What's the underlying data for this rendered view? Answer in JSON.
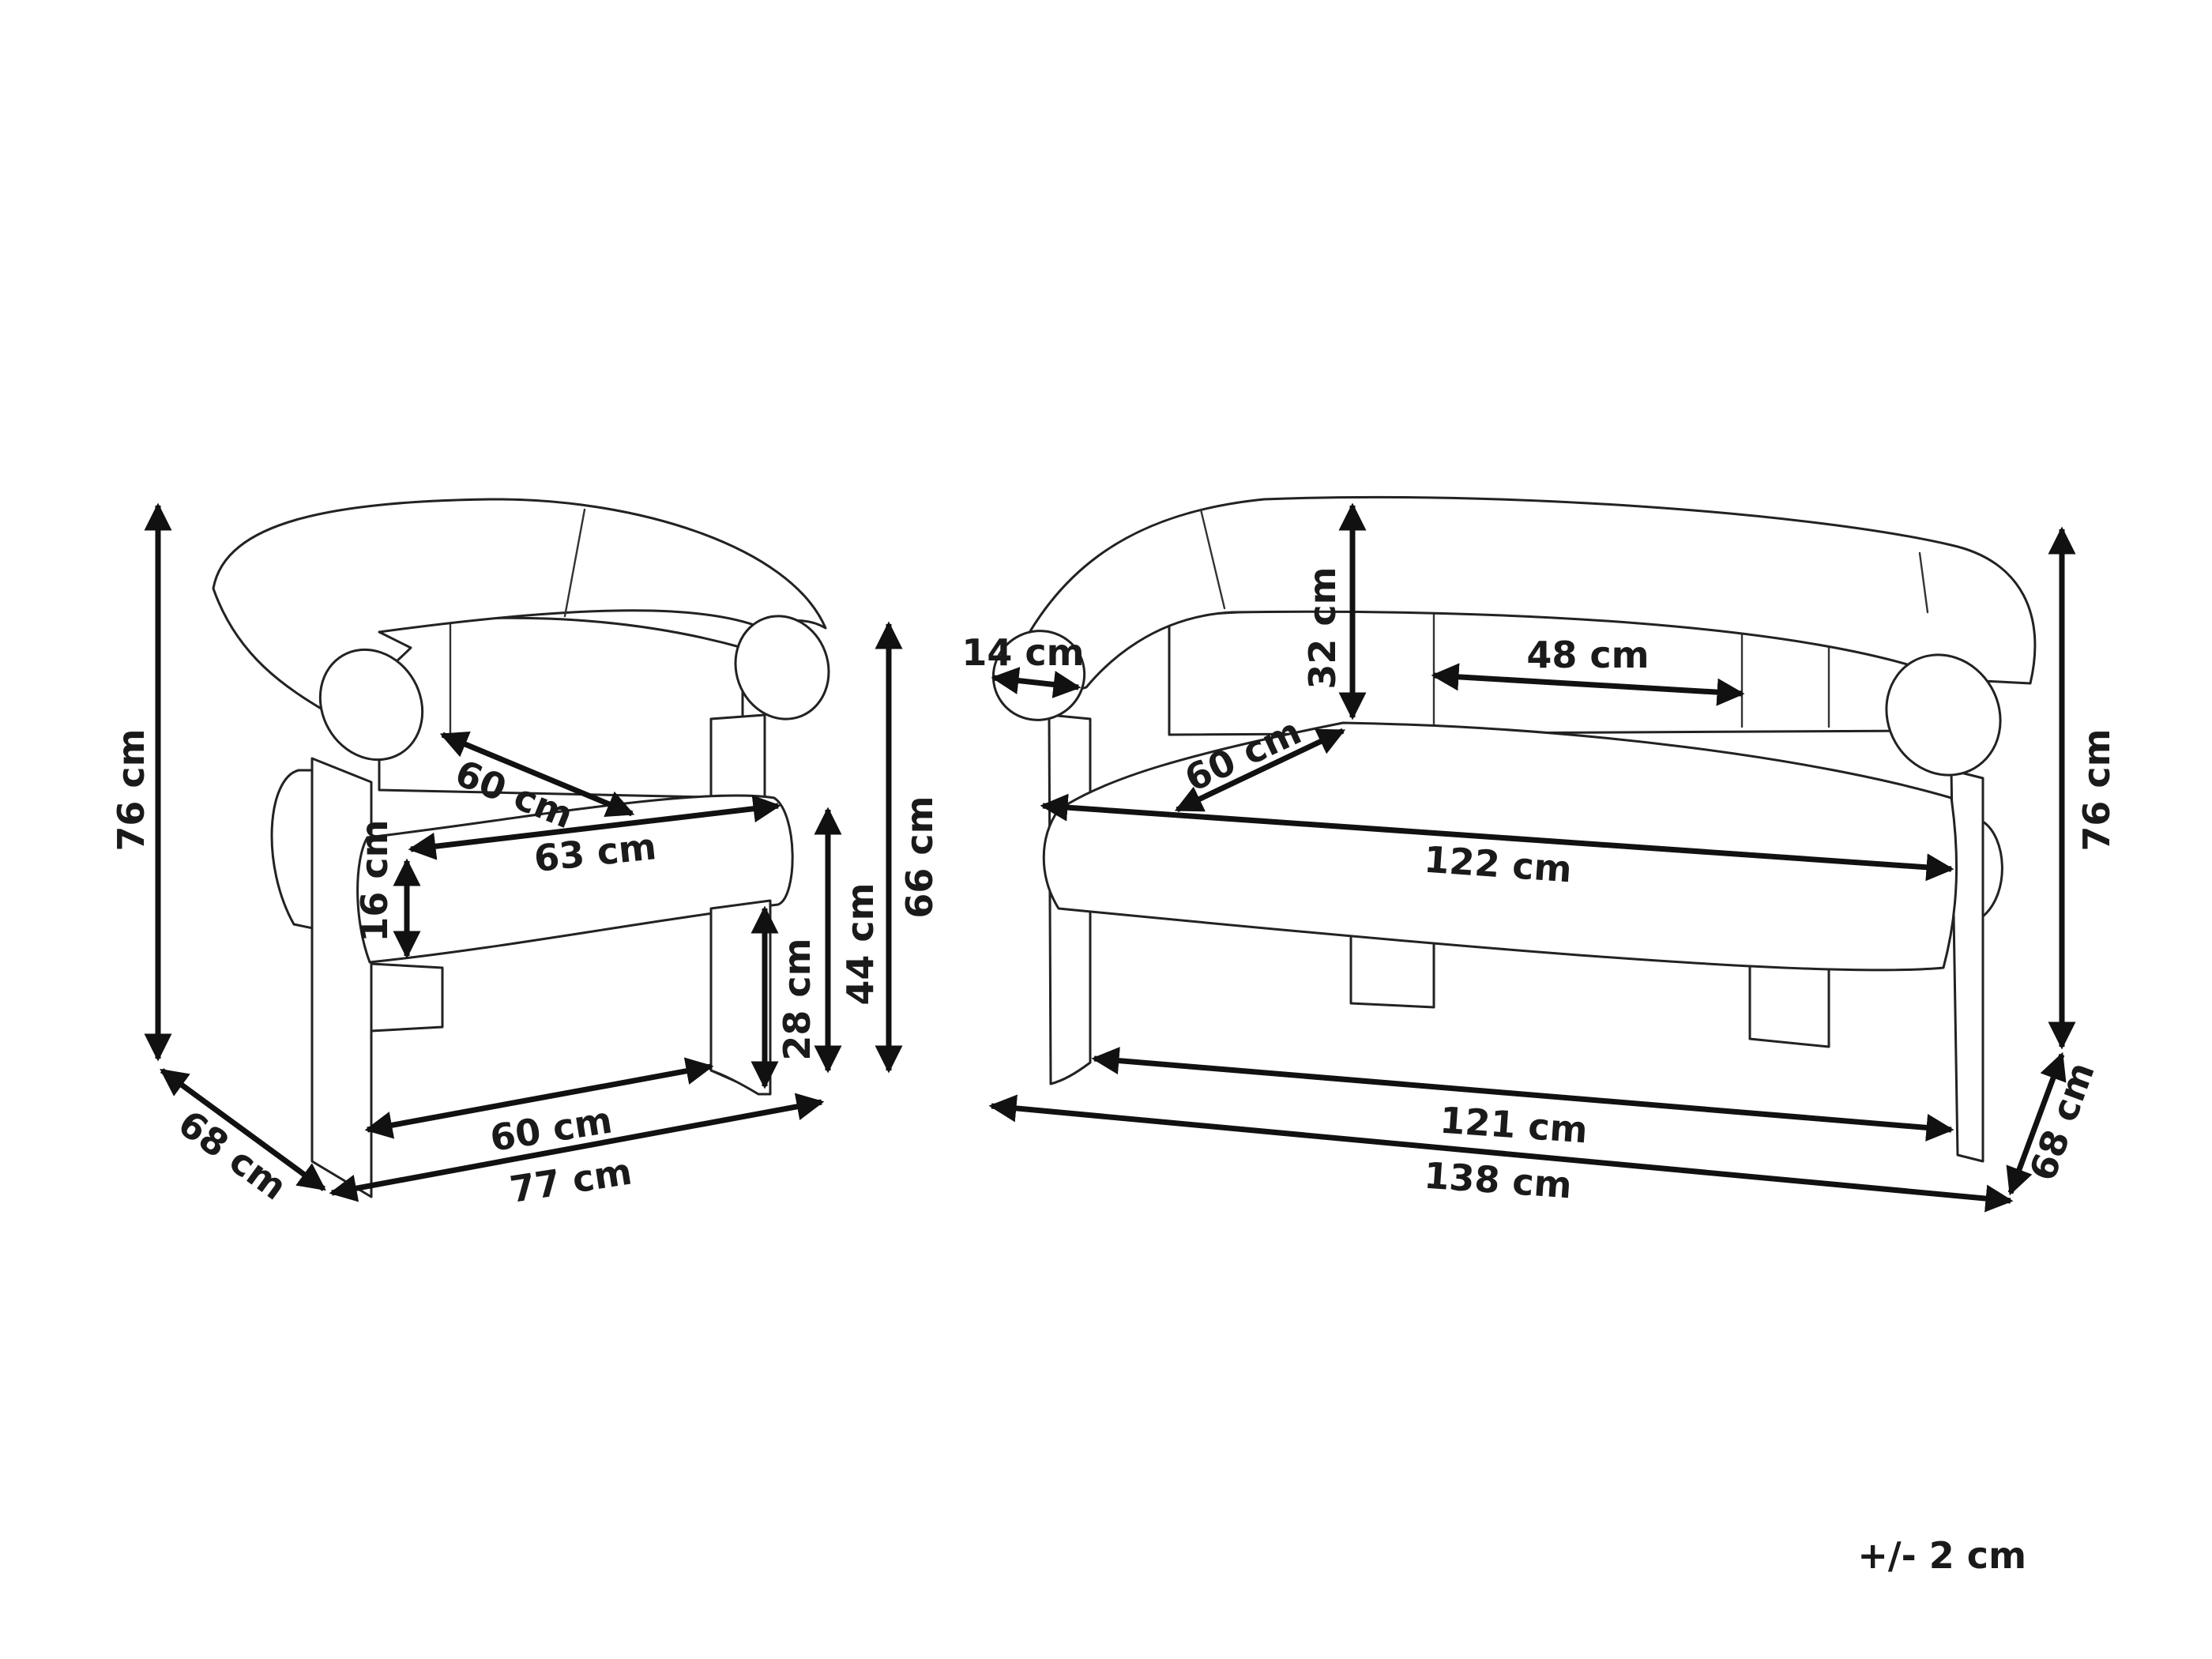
{
  "armchair": {
    "height": "76 cm",
    "seat_depth": "60 cm",
    "seat_width": "63 cm",
    "cushion": "16 cm",
    "leg_clear": "28 cm",
    "seat_height": "44 cm",
    "arm_height": "66 cm",
    "inner_width": "60 cm",
    "width": "77 cm",
    "depth": "68 cm"
  },
  "sofa": {
    "arm_diameter": "14 cm",
    "backrest": "32 cm",
    "back_width": "48 cm",
    "seat_depth": "60 cm",
    "seat_width": "122 cm",
    "inner_width": "121 cm",
    "width": "138 cm",
    "height": "76 cm",
    "depth": "68 cm"
  },
  "tolerance": "+/- 2 cm"
}
